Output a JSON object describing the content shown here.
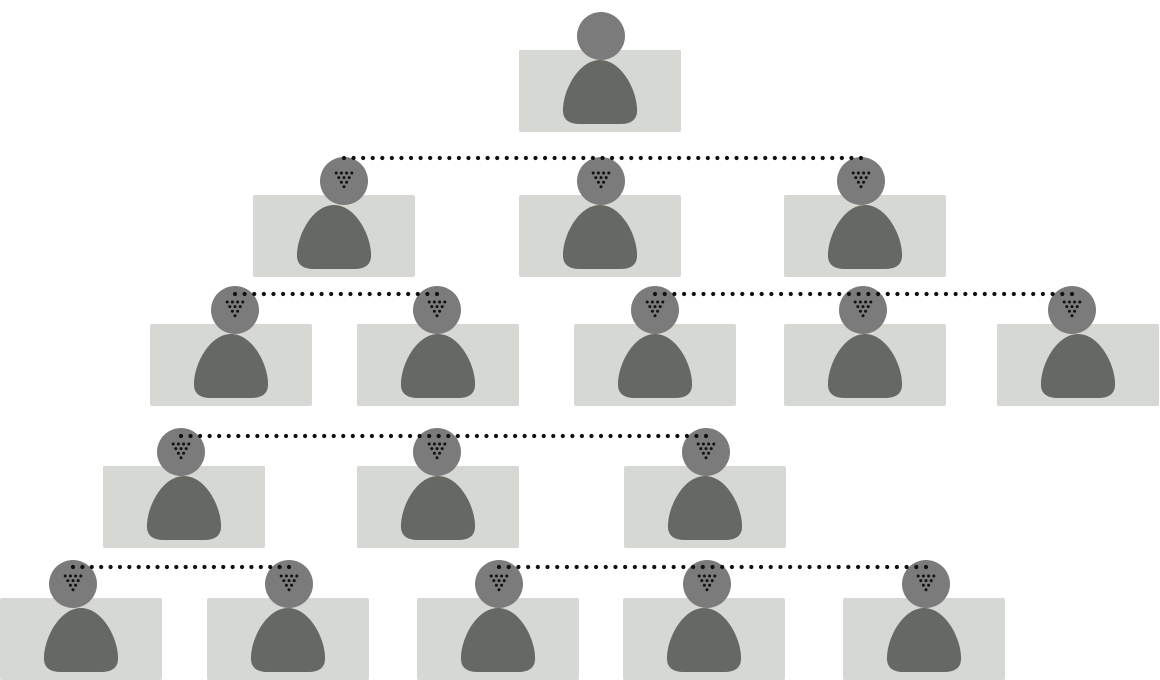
{
  "diagram": {
    "type": "org-chart",
    "levels": [
      {
        "level": 0,
        "node_count": 1,
        "groups": [
          1
        ]
      },
      {
        "level": 1,
        "node_count": 3,
        "groups": [
          3
        ]
      },
      {
        "level": 2,
        "node_count": 5,
        "groups": [
          2,
          3
        ]
      },
      {
        "level": 3,
        "node_count": 3,
        "groups": [
          3
        ]
      },
      {
        "level": 4,
        "node_count": 5,
        "groups": [
          2,
          3
        ]
      }
    ],
    "node_icon": "person-icon",
    "connector_style": "dotted",
    "colors": {
      "card": "#d6d8d3",
      "head": "#7b7b7b",
      "body": "#666864",
      "dots": "#111111"
    }
  }
}
